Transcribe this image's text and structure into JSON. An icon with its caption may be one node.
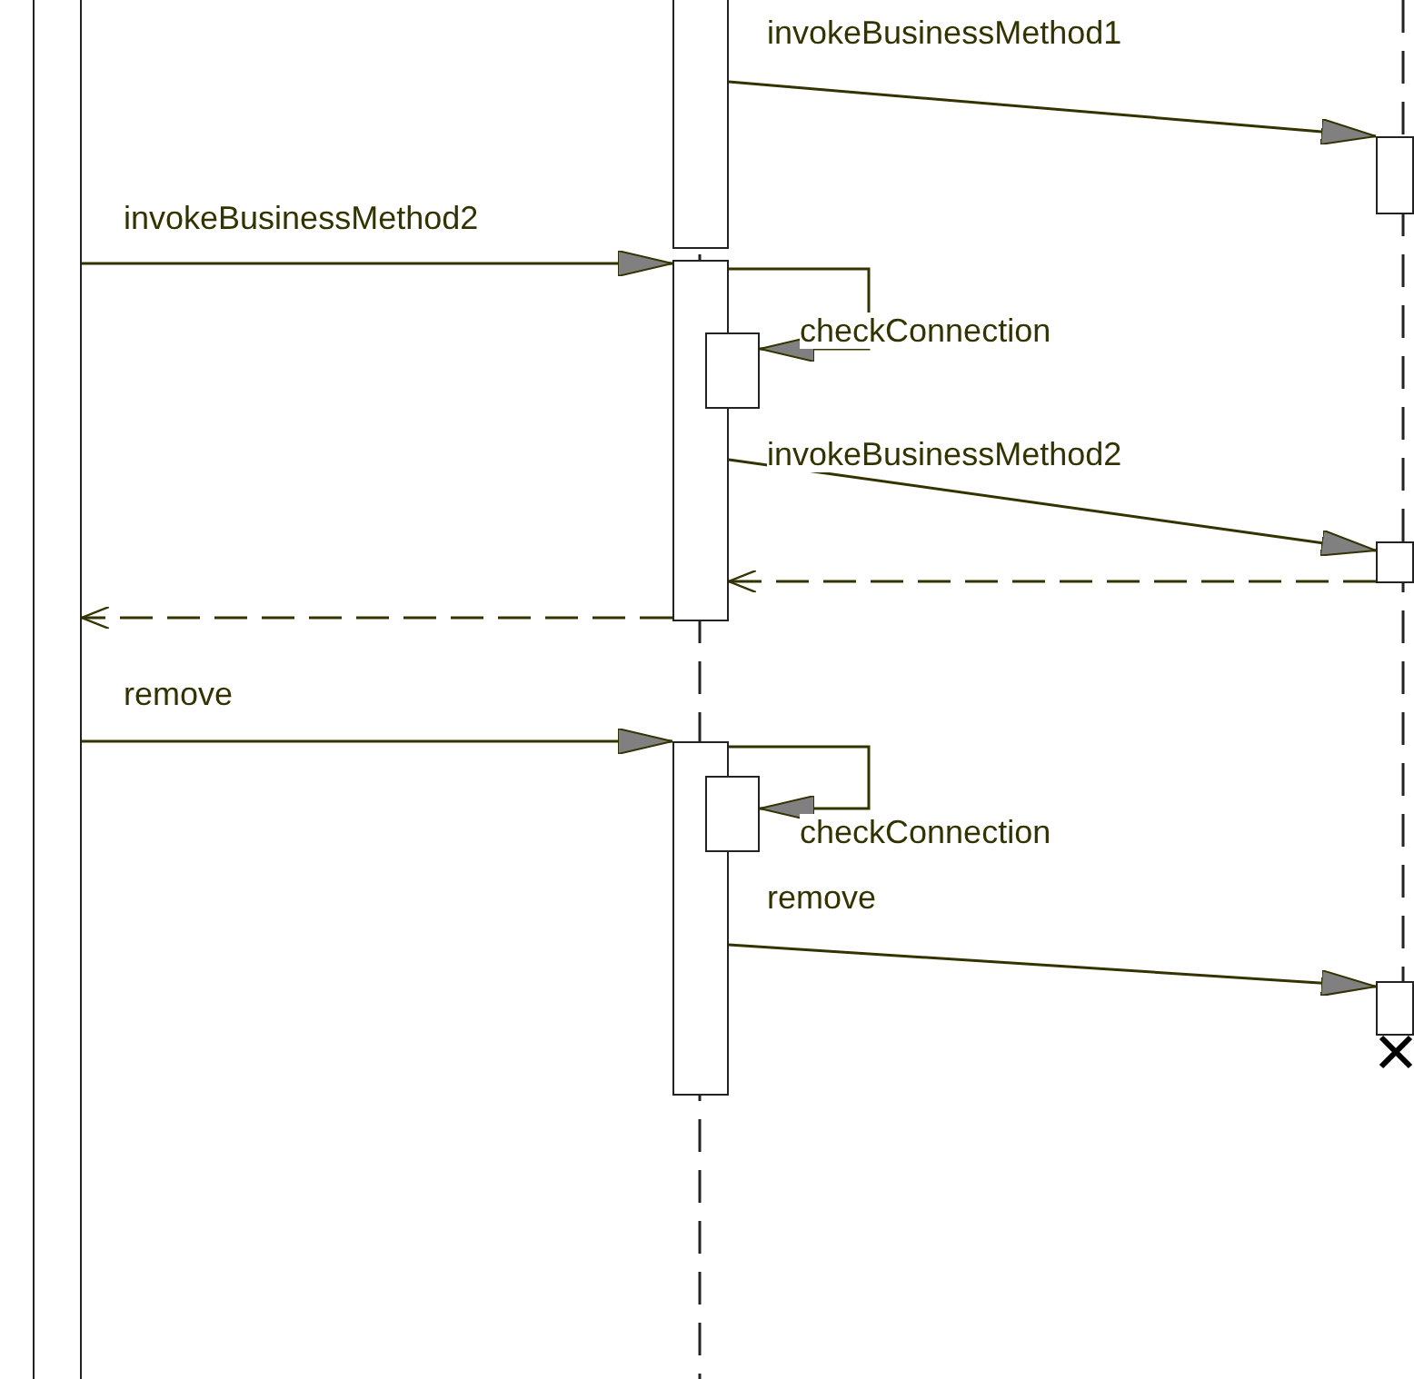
{
  "diagram": {
    "nodes": [
      {
        "text": [],
        "shape": "bar"
      },
      {
        "text": [],
        "shape": "bar"
      },
      {
        "text": [],
        "shape": "bar"
      },
      {
        "text": [],
        "shape": "bar"
      },
      {
        "text": [],
        "shape": "bar"
      },
      {
        "text": [],
        "shape": "bar"
      },
      {
        "text": [],
        "shape": "bar"
      },
      {
        "text": [],
        "shape": "bar"
      },
      {
        "text": [],
        "shape": "bar"
      }
    ],
    "edges": [
      {
        "from": 1,
        "to": 4,
        "arrow": "to",
        "label": "invokeBusinessMethod1"
      },
      {
        "from": 0,
        "to": 2,
        "arrow": "to",
        "label": "invokeBusinessMethod2"
      },
      {
        "from": 2,
        "to": 3,
        "arrow": "to",
        "label": "checkConnection"
      },
      {
        "from": 2,
        "to": 5,
        "arrow": "to",
        "label": "invokeBusinessMethod2"
      },
      {
        "from": 5,
        "to": 2,
        "arrow": "to",
        "style": "dashed"
      },
      {
        "from": 2,
        "to": 0,
        "arrow": "to",
        "style": "dashed"
      },
      {
        "from": 0,
        "to": 6,
        "arrow": "to",
        "label": "remove"
      },
      {
        "from": 6,
        "to": 7,
        "arrow": "to",
        "label": "checkConnection"
      },
      {
        "from": 6,
        "to": 8,
        "arrow": "to",
        "label": "remove"
      }
    ]
  }
}
